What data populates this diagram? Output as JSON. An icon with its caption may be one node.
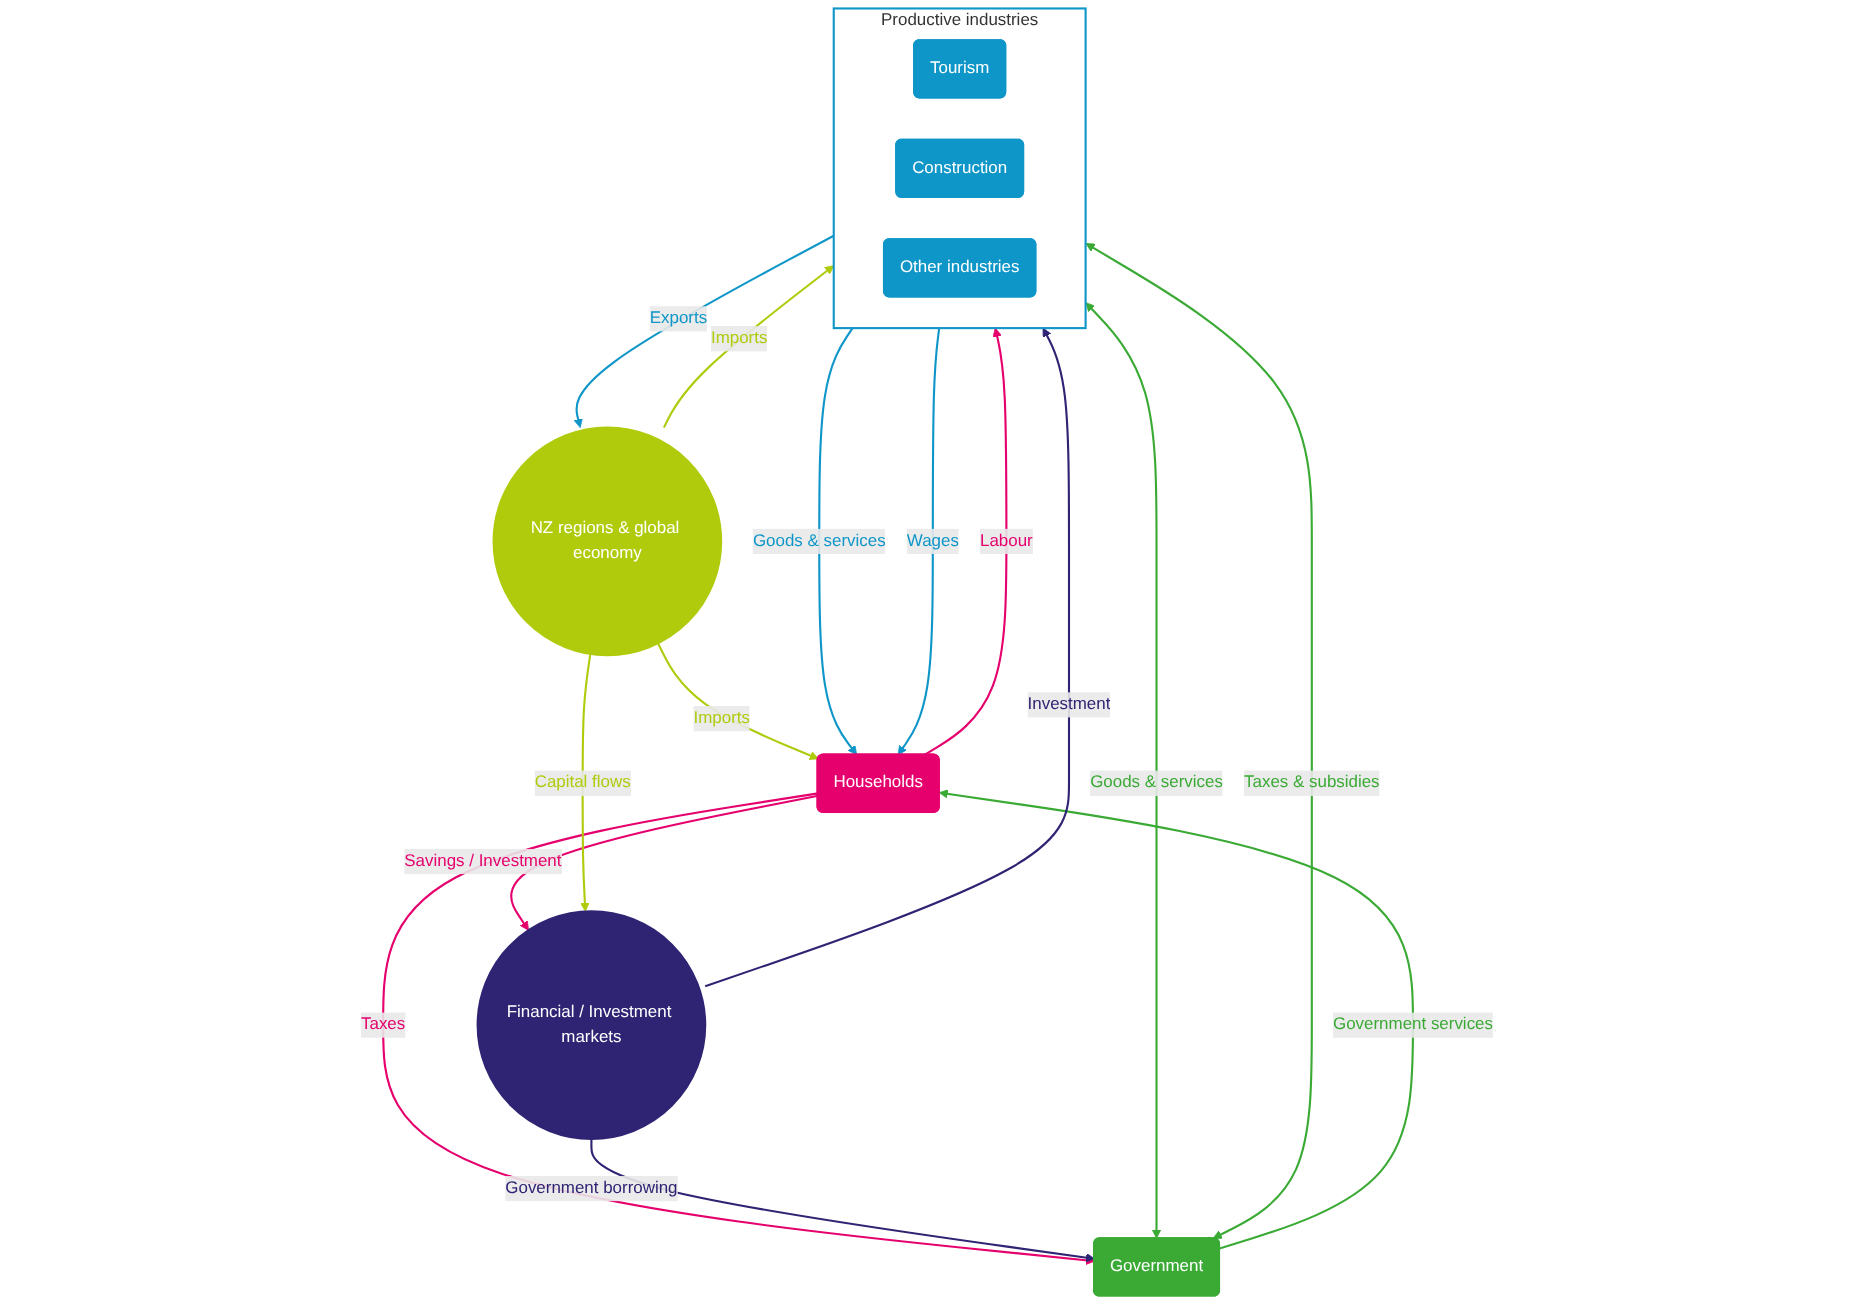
{
  "diagram": {
    "nodes": [
      {
        "text": [
          "NZ regions & global economy"
        ]
      },
      {
        "text": [
          "Productive industries"
        ]
      },
      {
        "text": [
          "Tourism"
        ],
        "in": 1
      },
      {
        "text": [
          "Construction"
        ],
        "in": 1
      },
      {
        "text": [
          "Other industries"
        ],
        "in": 1
      },
      {
        "text": [
          "Households"
        ]
      },
      {
        "text": [
          "Government"
        ]
      },
      {
        "text": [
          "Financial / Investment markets"
        ]
      }
    ],
    "edges": [
      {
        "from": 0,
        "to": 1,
        "arrow": "to",
        "label": "Imports",
        "color": "#b0cb0c"
      },
      {
        "from": 1,
        "to": 0,
        "arrow": "to",
        "label": "Exports",
        "color": "#0e96c8"
      },
      {
        "from": 0,
        "to": 5,
        "arrow": "to",
        "label": "Imports",
        "color": "#b0cb0c"
      },
      {
        "from": 1,
        "to": 5,
        "arrow": "to",
        "label": "Goods & services",
        "color": "#0e96c8"
      },
      {
        "from": 1,
        "to": 5,
        "arrow": "to",
        "label": "Wages",
        "color": "#0e96c8"
      },
      {
        "from": 5,
        "to": 1,
        "arrow": "to",
        "label": "Labour",
        "color": "#e5006d"
      },
      {
        "from": 1,
        "to": 6,
        "arrow": "both",
        "label": "Goods & services",
        "color": "#3aaa35"
      },
      {
        "from": 1,
        "to": 6,
        "arrow": "both",
        "label": "Taxes & subsidies",
        "color": "#3aaa35"
      },
      {
        "from": 6,
        "to": 5,
        "arrow": "to",
        "label": "Government services",
        "color": "#3aaa35"
      },
      {
        "from": 5,
        "to": 6,
        "arrow": "to",
        "label": "Taxes",
        "color": "#e5006d"
      },
      {
        "from": 5,
        "to": 7,
        "arrow": "to",
        "label": "Savings / Investment",
        "color": "#e5006d"
      },
      {
        "from": 7,
        "to": 6,
        "arrow": "to",
        "label": "Government borrowing",
        "color": "#2e2473"
      },
      {
        "from": 7,
        "to": 1,
        "arrow": "to",
        "label": "Investment",
        "color": "#2e2473"
      },
      {
        "from": 0,
        "to": 7,
        "arrow": "to",
        "label": "Capital flows",
        "color": "#b0cb0c"
      }
    ]
  }
}
